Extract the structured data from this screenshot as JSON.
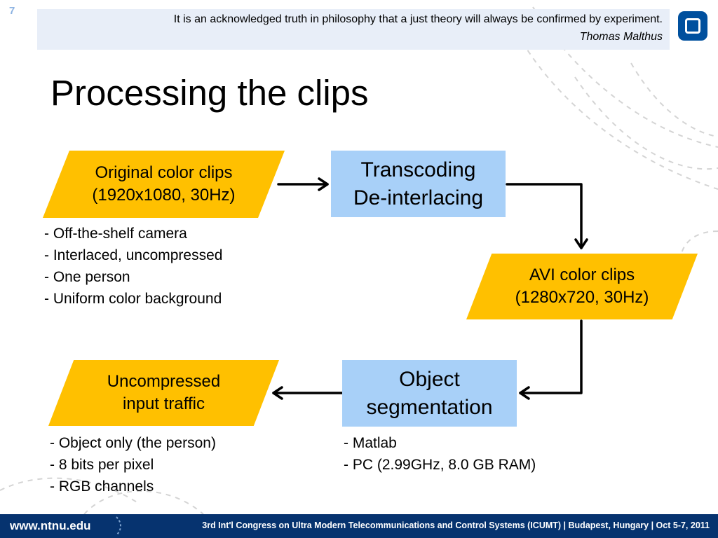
{
  "slide_number": "7",
  "quote": {
    "text": "It is an acknowledged truth in philosophy that a just theory will always be confirmed by experiment.",
    "author": "Thomas Malthus"
  },
  "title": "Processing the clips",
  "flow": {
    "original": {
      "line1": "Original color clips",
      "line2": "(1920x1080, 30Hz)"
    },
    "transcoding": {
      "line1": "Transcoding",
      "line2": "De-interlacing"
    },
    "avi": {
      "line1": "AVI color clips",
      "line2": "(1280x720, 30Hz)"
    },
    "segmentation": {
      "line1": "Object",
      "line2": "segmentation"
    },
    "output": {
      "line1": "Uncompressed",
      "line2": "input traffic"
    }
  },
  "notes": {
    "camera": [
      "- Off-the-shelf camera",
      "- Interlaced, uncompressed",
      "- One person",
      "- Uniform color background"
    ],
    "traffic": [
      "- Object only (the person)",
      "- 8 bits per pixel",
      "- RGB channels"
    ],
    "segmentation": [
      "- Matlab",
      "- PC (2.99GHz, 8.0 GB RAM)"
    ]
  },
  "footer": {
    "url": "www.ntnu.edu",
    "conference": "3rd Int'l Congress on Ultra Modern Telecommunications and Control Systems (ICUMT) | Budapest, Hungary | Oct 5-7, 2011"
  },
  "colors": {
    "input_shape": "#ffc000",
    "process_box": "#a8d0f8",
    "footer_bar": "#06336f",
    "quote_box": "#e8eef8"
  }
}
